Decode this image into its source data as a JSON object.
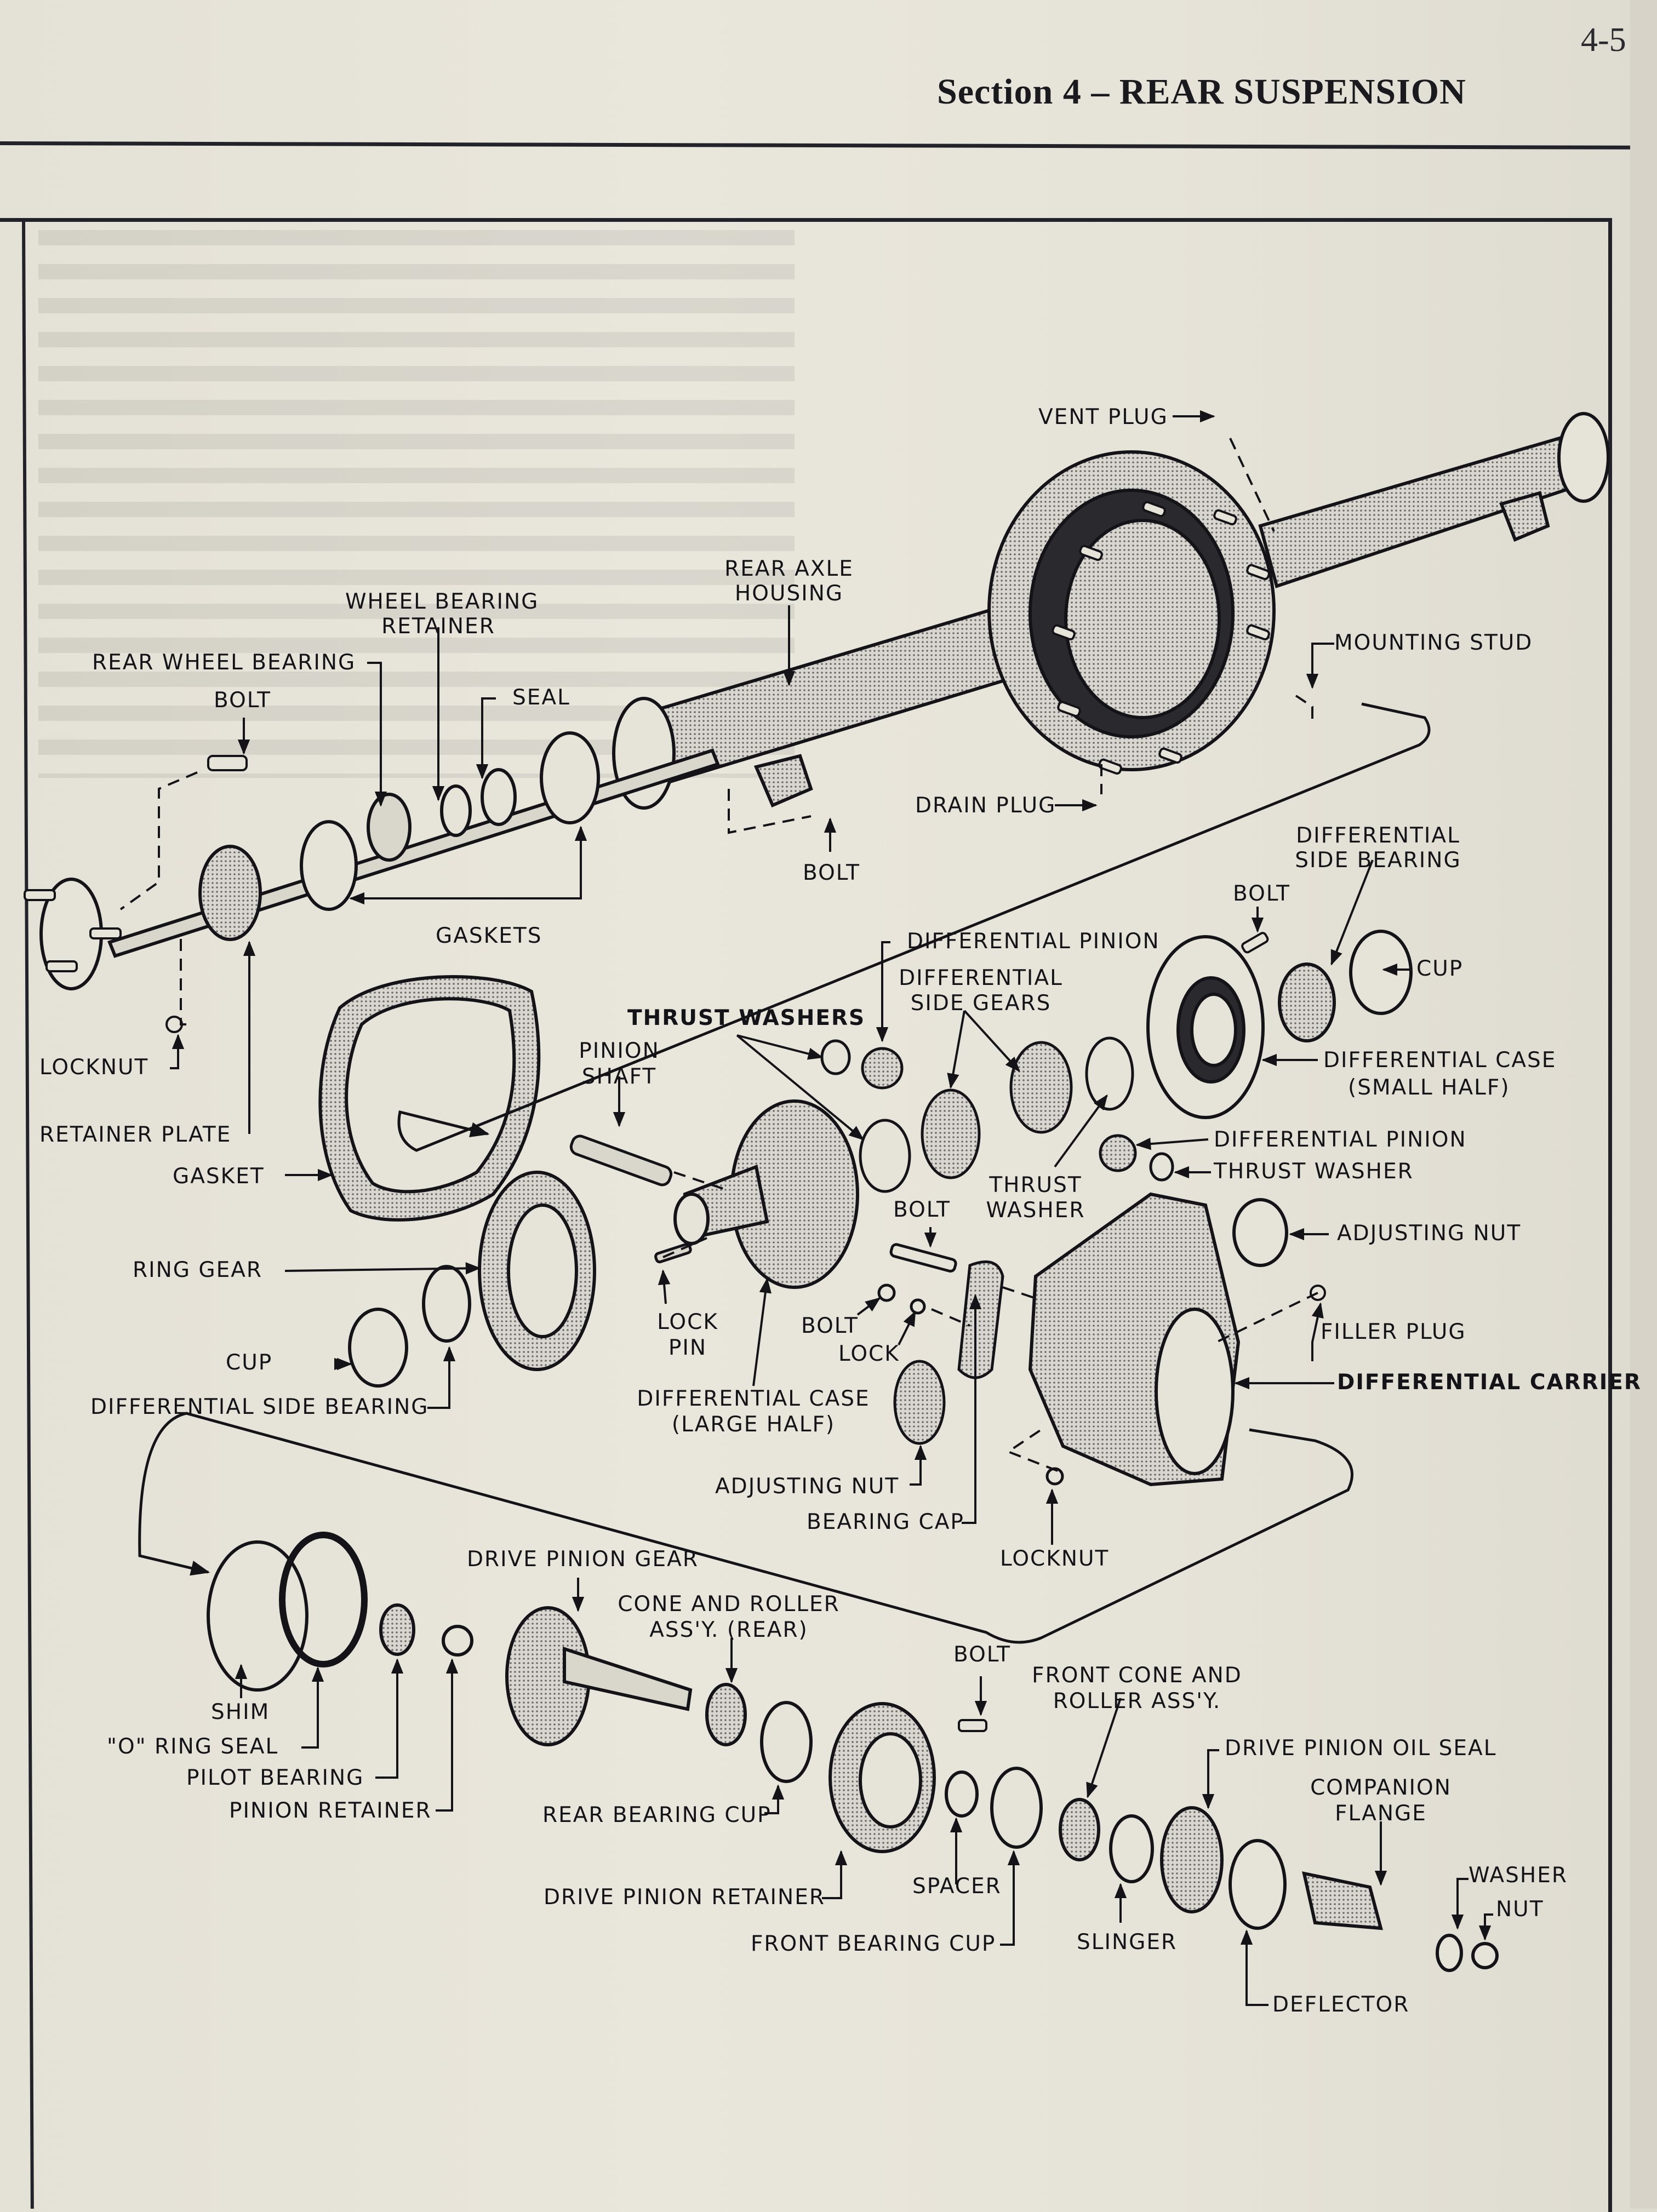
{
  "header": {
    "page_number": "4-5",
    "section_title": "Section 4 – REAR SUSPENSION"
  },
  "figure": {
    "subject": "Rear axle and differential exploded view",
    "labels": {
      "vent_plug": "VENT PLUG",
      "rear_axle_housing_1": "REAR AXLE",
      "rear_axle_housing_2": "HOUSING",
      "wheel_bearing_retainer_1": "WHEEL BEARING",
      "wheel_bearing_retainer_2": "RETAINER",
      "rear_wheel_bearing": "REAR WHEEL BEARING",
      "bolt_axle": "BOLT",
      "seal": "SEAL",
      "mounting_stud": "MOUNTING STUD",
      "drain_plug": "DRAIN PLUG",
      "bolt_housing": "BOLT",
      "gaskets": "GASKETS",
      "locknut_axle": "LOCKNUT",
      "retainer_plate": "RETAINER PLATE",
      "gasket": "GASKET",
      "differential_side_bearing_right_1": "DIFFERENTIAL",
      "differential_side_bearing_right_2": "SIDE BEARING",
      "bolt_case": "BOLT",
      "cup_right": "CUP",
      "differential_pinion_top": "DIFFERENTIAL PINION",
      "differential_side_gears_1": "DIFFERENTIAL",
      "differential_side_gears_2": "SIDE GEARS",
      "thrust_washers": "THRUST WASHERS",
      "pinion_shaft_1": "PINION",
      "pinion_shaft_2": "SHAFT",
      "differential_case_small_1": "DIFFERENTIAL CASE",
      "differential_case_small_2": "(SMALL HALF)",
      "differential_pinion_right": "DIFFERENTIAL PINION",
      "thrust_washer_right": "THRUST WASHER",
      "thrust_washer_mid_1": "THRUST",
      "thrust_washer_mid_2": "WASHER",
      "bolt_carrier": "BOLT",
      "adjusting_nut_right": "ADJUSTING NUT",
      "ring_gear": "RING GEAR",
      "lock_pin_1": "LOCK",
      "lock_pin_2": "PIN",
      "bolt_cap": "BOLT",
      "lock": "LOCK",
      "filler_plug": "FILLER PLUG",
      "differential_carrier": "DIFFERENTIAL CARRIER",
      "cup_left": "CUP",
      "differential_side_bearing_left": "DIFFERENTIAL SIDE BEARING",
      "differential_case_large_1": "DIFFERENTIAL CASE",
      "differential_case_large_2": "(LARGE HALF)",
      "adjusting_nut_left": "ADJUSTING NUT",
      "bearing_cap": "BEARING CAP",
      "locknut_carrier": "LOCKNUT",
      "drive_pinion_gear": "DRIVE PINION GEAR",
      "cone_roller_rear_1": "CONE AND ROLLER",
      "cone_roller_rear_2": "ASS'Y. (REAR)",
      "bolt_retainer": "BOLT",
      "front_cone_roller_1": "FRONT CONE AND",
      "front_cone_roller_2": "ROLLER ASS'Y.",
      "shim": "SHIM",
      "o_ring_seal": "\"O\" RING SEAL",
      "pilot_bearing": "PILOT BEARING",
      "pinion_retainer": "PINION RETAINER",
      "rear_bearing_cup": "REAR BEARING CUP",
      "drive_pinion_oil_seal": "DRIVE PINION OIL SEAL",
      "companion_flange_1": "COMPANION",
      "companion_flange_2": "FLANGE",
      "washer": "WASHER",
      "nut": "NUT",
      "drive_pinion_retainer": "DRIVE PINION RETAINER",
      "spacer": "SPACER",
      "front_bearing_cup": "FRONT BEARING CUP",
      "slinger": "SLINGER",
      "deflector": "DEFLECTOR"
    }
  }
}
